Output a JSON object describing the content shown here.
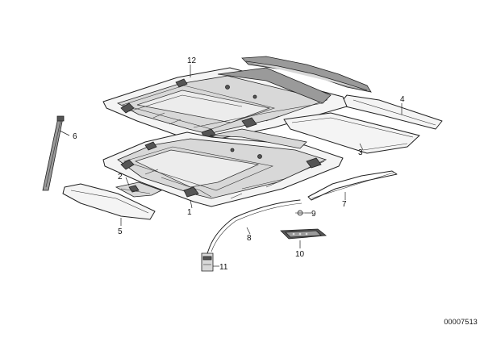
{
  "diagram": {
    "part_labels": {
      "p1": "1",
      "p2": "2",
      "p3": "3",
      "p4": "4",
      "p5": "5",
      "p6": "6",
      "p7": "7",
      "p8": "8",
      "p9": "9",
      "p10": "10",
      "p11": "11",
      "p12": "12"
    },
    "reference_code": "00007513"
  }
}
